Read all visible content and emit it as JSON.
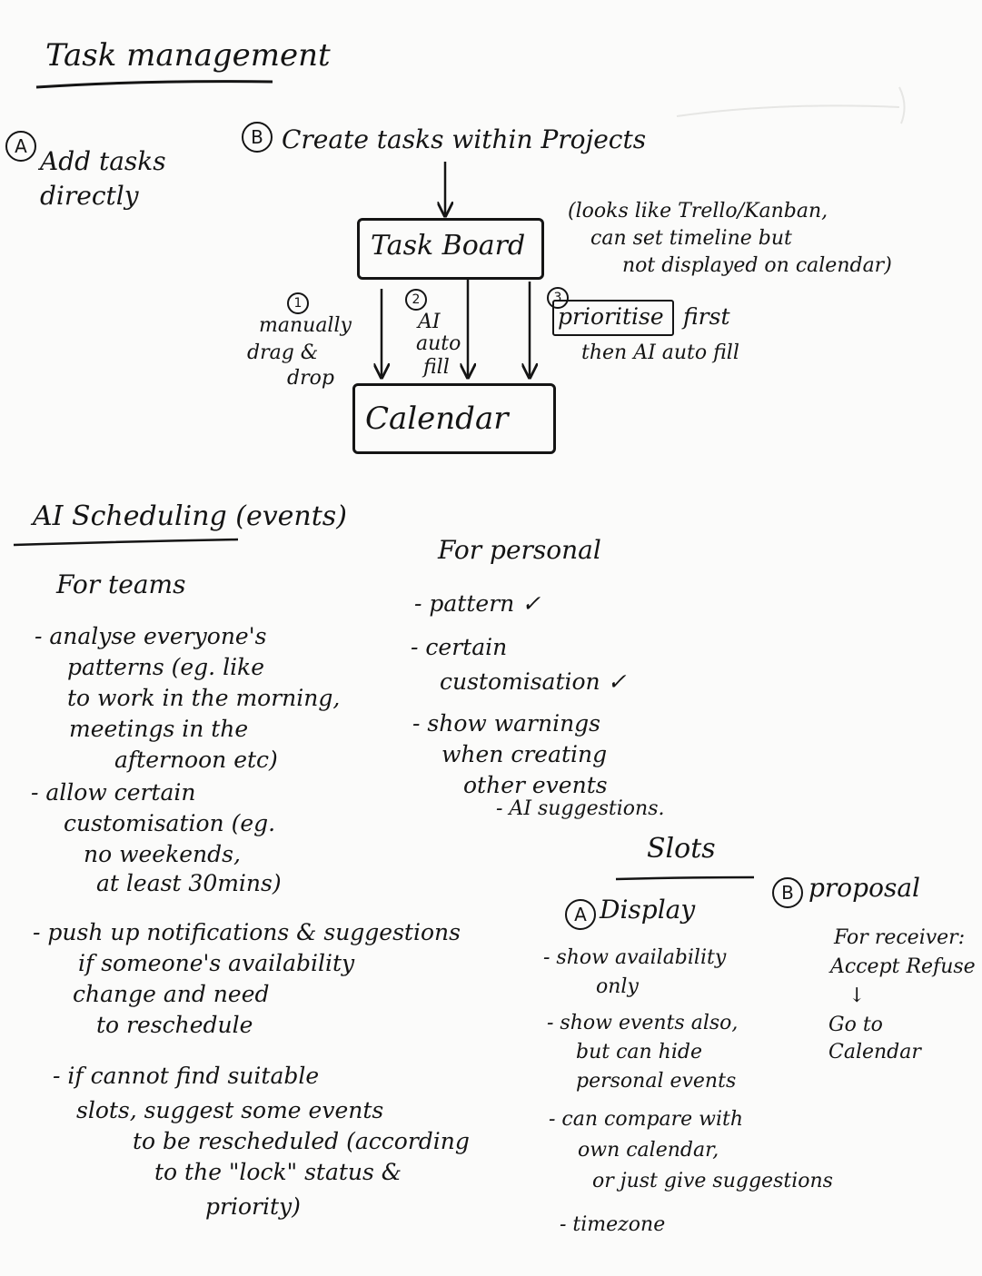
{
  "task_management": {
    "heading": "Task management",
    "option_a": {
      "marker": "A",
      "text_line1": "Add tasks",
      "text_line2": "directly"
    },
    "option_b": {
      "marker": "B",
      "text": "Create tasks within Projects"
    },
    "task_board": "Task Board",
    "task_board_note": [
      "(looks like Trello/Kanban,",
      "can set timeline but",
      "not displayed on calendar)"
    ],
    "path1": {
      "marker": "1",
      "lines": [
        "manually",
        "drag &",
        "drop"
      ]
    },
    "path2": {
      "marker": "2",
      "lines": [
        "AI",
        "auto",
        "fill"
      ]
    },
    "path3": {
      "marker": "3",
      "boxed": "prioritise",
      "rest": "first",
      "line2": "then AI auto fill"
    },
    "calendar": "Calendar"
  },
  "ai_scheduling": {
    "heading": "AI Scheduling (events)",
    "teams": {
      "heading": "For teams",
      "items": [
        [
          "- analyse everyone's",
          "patterns (eg. like",
          "to work in the morning,",
          "meetings in the",
          "afternoon etc)"
        ],
        [
          "- allow certain",
          "customisation (eg.",
          "no weekends,",
          "at least 30mins)"
        ],
        [
          "- push up notifications & suggestions",
          "if someone's availability",
          "change and need",
          "to reschedule"
        ],
        [
          "- if cannot find suitable",
          "slots, suggest some events",
          "to be rescheduled (according",
          "to the \"lock\" status &",
          "priority)"
        ]
      ]
    },
    "personal": {
      "heading": "For personal",
      "items": [
        [
          "- pattern ✓"
        ],
        [
          "- certain",
          "customisation ✓"
        ],
        [
          "- show warnings",
          "when creating",
          "other events"
        ],
        [
          "- AI suggestions."
        ]
      ]
    }
  },
  "slots": {
    "heading": "Slots",
    "display": {
      "marker": "A",
      "heading": "Display",
      "items": [
        [
          "- show availability",
          "only"
        ],
        [
          "- show events also,",
          "but can hide",
          "personal events"
        ],
        [
          "- can compare with",
          "own calendar,",
          "or just give suggestions"
        ],
        [
          "- timezone"
        ]
      ]
    },
    "proposal": {
      "marker": "B",
      "heading": "proposal",
      "lines": [
        "For receiver:",
        "Accept Refuse",
        "↓",
        "Go to",
        "Calendar"
      ]
    }
  }
}
